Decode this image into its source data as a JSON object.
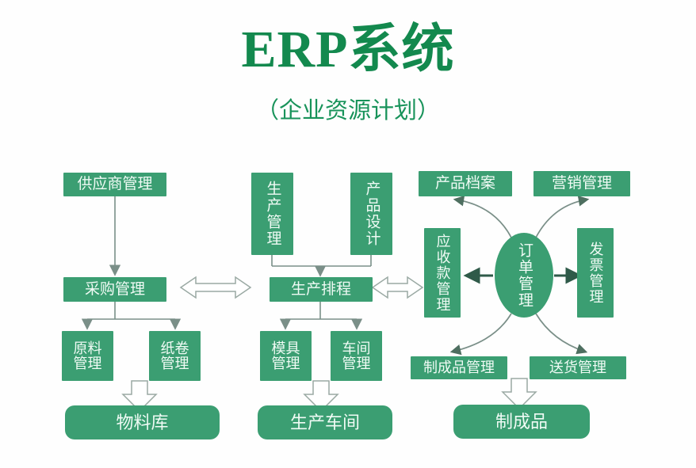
{
  "header": {
    "title": "ERP系统",
    "subtitle": "（企业资源计划）"
  },
  "colors": {
    "node_fill": "#3b9e72",
    "node_text": "#f0fbf5",
    "title": "#13894e",
    "subtitle": "#18935a",
    "connector": "#7a8f88",
    "background": "#fefefe"
  },
  "chart_data": {
    "type": "diagram",
    "title": "ERP系统 （企业资源计划）",
    "nodes": [
      {
        "id": "supplier",
        "label": "供应商管理",
        "shape": "rect",
        "orientation": "horizontal",
        "column": "left"
      },
      {
        "id": "purchase",
        "label": "采购管理",
        "shape": "rect",
        "orientation": "horizontal",
        "column": "left"
      },
      {
        "id": "raw_material",
        "label": "原料管理",
        "shape": "rect",
        "orientation": "horizontal",
        "column": "left",
        "lines": [
          "原料",
          "管理"
        ]
      },
      {
        "id": "paper_roll",
        "label": "纸卷管理",
        "shape": "rect",
        "orientation": "horizontal",
        "column": "left",
        "lines": [
          "纸卷",
          "管理"
        ]
      },
      {
        "id": "material_wh",
        "label": "物料库",
        "shape": "rounded",
        "orientation": "horizontal",
        "column": "left"
      },
      {
        "id": "production_mgmt",
        "label": "生产管理",
        "shape": "rect",
        "orientation": "vertical",
        "column": "middle"
      },
      {
        "id": "product_design",
        "label": "产品设计",
        "shape": "rect",
        "orientation": "vertical",
        "column": "middle"
      },
      {
        "id": "prod_schedule",
        "label": "生产排程",
        "shape": "rect",
        "orientation": "horizontal",
        "column": "middle"
      },
      {
        "id": "mold_mgmt",
        "label": "模具管理",
        "shape": "rect",
        "orientation": "horizontal",
        "column": "middle",
        "lines": [
          "模具",
          "管理"
        ]
      },
      {
        "id": "workshop_mgmt",
        "label": "车间管理",
        "shape": "rect",
        "orientation": "horizontal",
        "column": "middle",
        "lines": [
          "车间",
          "管理"
        ]
      },
      {
        "id": "prod_workshop",
        "label": "生产车间",
        "shape": "rounded",
        "orientation": "horizontal",
        "column": "middle"
      },
      {
        "id": "product_archive",
        "label": "产品档案",
        "shape": "rect",
        "orientation": "horizontal",
        "column": "right"
      },
      {
        "id": "marketing",
        "label": "营销管理",
        "shape": "rect",
        "orientation": "horizontal",
        "column": "right"
      },
      {
        "id": "receivable",
        "label": "应收款管理",
        "shape": "rect",
        "orientation": "vertical",
        "column": "right"
      },
      {
        "id": "order_mgmt",
        "label": "订单管理",
        "shape": "ellipse",
        "orientation": "vertical",
        "column": "right"
      },
      {
        "id": "invoice_mgmt",
        "label": "发票管理",
        "shape": "rect",
        "orientation": "vertical",
        "column": "right"
      },
      {
        "id": "finished_mgmt",
        "label": "制成品管理",
        "shape": "rect",
        "orientation": "horizontal",
        "column": "right"
      },
      {
        "id": "delivery_mgmt",
        "label": "送货管理",
        "shape": "rect",
        "orientation": "horizontal",
        "column": "right"
      },
      {
        "id": "finished_goods",
        "label": "制成品",
        "shape": "rounded",
        "orientation": "horizontal",
        "column": "right"
      }
    ],
    "edges": [
      {
        "from": "supplier",
        "to": "purchase",
        "style": "line-arrow"
      },
      {
        "from": "purchase",
        "to": "raw_material",
        "style": "line-arrow"
      },
      {
        "from": "purchase",
        "to": "paper_roll",
        "style": "line-arrow"
      },
      {
        "from": "raw_material",
        "to": "material_wh",
        "style": "block-arrow"
      },
      {
        "from": "production_mgmt",
        "to": "prod_schedule",
        "style": "line-arrow"
      },
      {
        "from": "product_design",
        "to": "prod_schedule",
        "style": "line-arrow"
      },
      {
        "from": "prod_schedule",
        "to": "mold_mgmt",
        "style": "line-arrow"
      },
      {
        "from": "prod_schedule",
        "to": "workshop_mgmt",
        "style": "line-arrow"
      },
      {
        "from": "mold_mgmt",
        "to": "prod_workshop",
        "style": "block-arrow"
      },
      {
        "from": "purchase",
        "to": "prod_schedule",
        "style": "block-double-arrow"
      },
      {
        "from": "prod_schedule",
        "to": "receivable",
        "style": "block-double-arrow"
      },
      {
        "from": "order_mgmt",
        "to": "product_archive",
        "style": "curved-arrow"
      },
      {
        "from": "order_mgmt",
        "to": "marketing",
        "style": "curved-arrow"
      },
      {
        "from": "order_mgmt",
        "to": "receivable",
        "style": "thin-arrow"
      },
      {
        "from": "order_mgmt",
        "to": "invoice_mgmt",
        "style": "thin-arrow"
      },
      {
        "from": "order_mgmt",
        "to": "finished_mgmt",
        "style": "curved-arrow"
      },
      {
        "from": "order_mgmt",
        "to": "delivery_mgmt",
        "style": "curved-arrow"
      },
      {
        "from": "finished_mgmt",
        "to": "finished_goods",
        "style": "block-arrow"
      }
    ]
  },
  "nodes": {
    "supplier": {
      "label": "供应商管理"
    },
    "purchase": {
      "label": "采购管理"
    },
    "raw_material": {
      "l1": "原料",
      "l2": "管理"
    },
    "paper_roll": {
      "l1": "纸卷",
      "l2": "管理"
    },
    "material_wh": {
      "label": "物料库"
    },
    "production_mgmt": {
      "label": "生产管理"
    },
    "product_design": {
      "label": "产品设计"
    },
    "prod_schedule": {
      "label": "生产排程"
    },
    "mold_mgmt": {
      "l1": "模具",
      "l2": "管理"
    },
    "workshop_mgmt": {
      "l1": "车间",
      "l2": "管理"
    },
    "prod_workshop": {
      "label": "生产车间"
    },
    "product_archive": {
      "label": "产品档案"
    },
    "marketing": {
      "label": "营销管理"
    },
    "receivable": {
      "label": "应收款管理"
    },
    "order_mgmt": {
      "label": "订单管理"
    },
    "invoice_mgmt": {
      "label": "发票管理"
    },
    "finished_mgmt": {
      "label": "制成品管理"
    },
    "delivery_mgmt": {
      "label": "送货管理"
    },
    "finished_goods": {
      "label": "制成品"
    }
  }
}
